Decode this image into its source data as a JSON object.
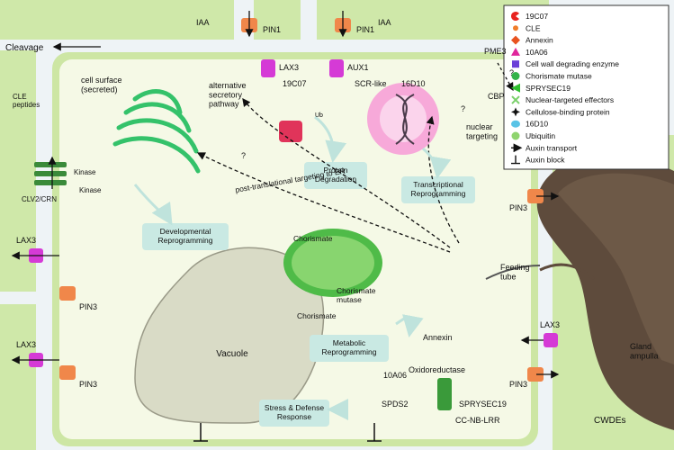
{
  "auxin": {
    "left": "IAA",
    "right": "IAA"
  },
  "pins": {
    "pin1_left": "PIN1",
    "pin1_right": "PIN1",
    "pin3_right_upper": "PIN3",
    "pin3_right_lower": "PIN3",
    "pin3_left_upper": "PIN3",
    "pin3_left_lower": "PIN3"
  },
  "lax": {
    "lax3_top": "LAX3",
    "aux1_top": "AUX1",
    "lax3_left_upper": "LAX3",
    "lax3_left_lower": "LAX3",
    "lax3_right": "LAX3"
  },
  "labels": {
    "cleavage": "Cleavage",
    "cle_peptides": "CLE\npeptides",
    "clv2_crn": "CLV2/CRN",
    "kinase_a": "Kinase",
    "kinase_b": "Kinase",
    "cell_surface": "cell surface\n(secreted)",
    "alt_secretory": "alternative\nsecretory\npathway",
    "effector_19c07": "19C07",
    "scr_like": "SCR-like",
    "effector_16d10": "16D10",
    "pme3": "PME3",
    "cbp": "CBP",
    "question_1": "?",
    "question_2": "?",
    "question_3": "?",
    "nuclear_targeting": "nuclear\ntargeting",
    "post_translational": "post-translational targeting to ER",
    "chorismate_top": "Chorismate",
    "chorismate_mutase": "Chorismate\nmutase",
    "chorismate_bottom": "Chorismate",
    "annexin": "Annexin",
    "oxidoreductase": "Oxidoreductase",
    "effector_10a06": "10A06",
    "spds2": "SPDS2",
    "sprysec19": "SPRYSEC19",
    "cc_nb_lrr": "CC-NB-LRR",
    "vacuole": "Vacuole",
    "feeding_tube": "Feeding\ntube",
    "gland_ampulla": "Gland\nampulla",
    "cwdes": "CWDEs",
    "ub": "Ub"
  },
  "boxes": {
    "protein_degradation": "Protein\nDegradation",
    "transcriptional_reprogramming": "Transcriptional\nReprogramming",
    "developmental_reprogramming": "Developmental\nReprogramming",
    "metabolic_reprogramming": "Metabolic\nReprogramming",
    "stress_defense": "Stress & Defense\nResponse"
  },
  "legend": [
    {
      "symbol": "pacman-red",
      "label": "19C07",
      "color": "#e8231f"
    },
    {
      "symbol": "cle",
      "label": "CLE",
      "color": "#f07d2a"
    },
    {
      "symbol": "diamond-orange",
      "label": "Annexin",
      "color": "#e8531f"
    },
    {
      "symbol": "triangle-magenta",
      "label": "10A06",
      "color": "#e0279c"
    },
    {
      "symbol": "square-purple",
      "label": "Cell wall degrading enzyme",
      "color": "#6b3fd8"
    },
    {
      "symbol": "circle-green",
      "label": "Chorismate mutase",
      "color": "#33b34a"
    },
    {
      "symbol": "triangle-green",
      "label": "SPRYSEC19",
      "color": "#2fbf2f"
    },
    {
      "symbol": "cross-green",
      "label": "Nuclear-targeted effectors",
      "color": "#7ad06a"
    },
    {
      "symbol": "star-black",
      "label": "Cellulose-binding protein",
      "color": "#111111"
    },
    {
      "symbol": "cloud-blue",
      "label": "16D10",
      "color": "#59c3e6"
    },
    {
      "symbol": "ub-green",
      "label": "Ubiquitin",
      "color": "#8fd46f"
    },
    {
      "symbol": "arrow",
      "label": "Auxin transport",
      "color": "#111111"
    },
    {
      "symbol": "block",
      "label": "Auxin block",
      "color": "#111111"
    }
  ],
  "colors": {
    "wall": "#cfe8a9",
    "cell": "#f5f9e6",
    "apoplast": "#eef3f6",
    "box": "#c9e9e3",
    "nematode": "#5e4b3c"
  }
}
